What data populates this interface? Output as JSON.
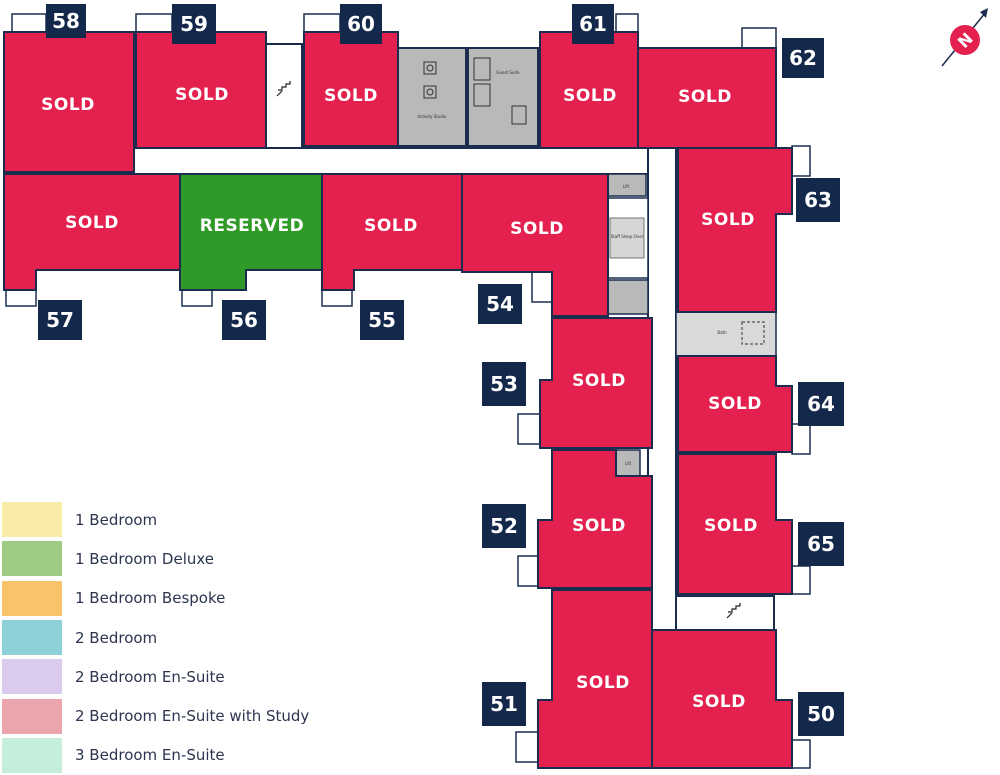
{
  "colors": {
    "sold": "#e3204e",
    "reserved": "#2f9a27",
    "badge": "#13284a",
    "wall": "#1b2d4f",
    "common": "#b9b9b9",
    "compass": "#e3204e"
  },
  "compass": {
    "label": "N"
  },
  "units": [
    {
      "number": "58",
      "status": "SOLD"
    },
    {
      "number": "59",
      "status": "SOLD"
    },
    {
      "number": "60",
      "status": "SOLD"
    },
    {
      "number": "61",
      "status": "SOLD"
    },
    {
      "number": "62",
      "status": "SOLD"
    },
    {
      "number": "57",
      "status": "SOLD"
    },
    {
      "number": "56",
      "status": "RESERVED"
    },
    {
      "number": "55",
      "status": "SOLD"
    },
    {
      "number": "54",
      "status": "SOLD"
    },
    {
      "number": "63",
      "status": "SOLD"
    },
    {
      "number": "53",
      "status": "SOLD"
    },
    {
      "number": "64",
      "status": "SOLD"
    },
    {
      "number": "52",
      "status": "SOLD"
    },
    {
      "number": "65",
      "status": "SOLD"
    },
    {
      "number": "51",
      "status": "SOLD"
    },
    {
      "number": "50",
      "status": "SOLD"
    }
  ],
  "rooms": {
    "activity": "Activity Studio",
    "guest": "Guest Suite",
    "lift_1": "Lift",
    "lift_2": "Lift",
    "staff": "Staff Sleep Over",
    "bath": "Bath"
  },
  "legend": [
    {
      "label": "1 Bedroom",
      "color": "#f8eba8"
    },
    {
      "label": "1 Bedroom Deluxe",
      "color": "#9fcb86"
    },
    {
      "label": "1 Bedroom Bespoke",
      "color": "#f8c46b"
    },
    {
      "label": "2 Bedroom",
      "color": "#8fd1d8"
    },
    {
      "label": "2 Bedroom En-Suite",
      "color": "#dacbee"
    },
    {
      "label": "2 Bedroom En-Suite with Study",
      "color": "#eba5ac"
    },
    {
      "label": "3 Bedroom En-Suite",
      "color": "#c5eddb"
    }
  ]
}
